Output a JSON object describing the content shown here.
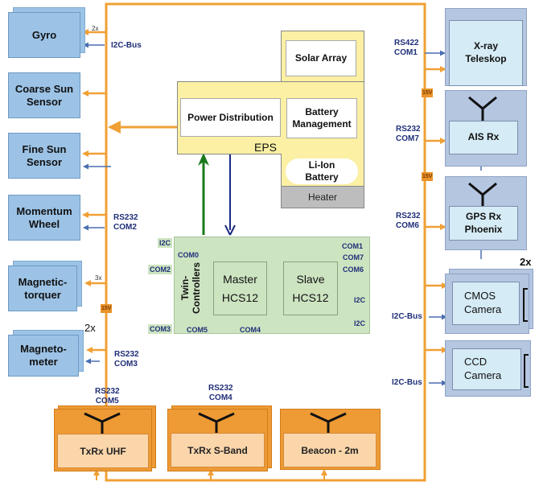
{
  "diagram": {
    "title": "Satellite subsystem block diagram",
    "colors": {
      "power_bus": "#f0a035",
      "data_line": "#4a6fb0",
      "adcs_block": "#9cc3e6",
      "eps_block": "#fbf0a3",
      "controller_block": "#cde4c1",
      "payload_block": "#b4c6e0",
      "comm_block": "#ee9a35",
      "label_text": "#1f2f78",
      "green_arrow": "#1a7a1a",
      "navy_arrow": "#1a2a80"
    },
    "adcs": [
      {
        "name": "Gyro",
        "multiplicity": "2x",
        "interface": "I2C-Bus"
      },
      {
        "name": "Coarse Sun Sensor"
      },
      {
        "name": "Fine Sun Sensor"
      },
      {
        "name": "Momentum Wheel",
        "interface_line1": "RS232",
        "interface_line2": "COM2"
      },
      {
        "name": "Magnetic-torquer",
        "multiplicity": "3x"
      },
      {
        "name": "Magneto-meter",
        "multiplicity": "2x",
        "interface_line1": "RS232",
        "interface_line2": "COM3"
      }
    ],
    "adcs_labels": {
      "gyro_name": "Gyro",
      "gyro_mult": "2x",
      "gyro_bus": "I2C-Bus",
      "css_line1": "Coarse Sun",
      "css_line2": "Sensor",
      "fss_line1": "Fine Sun",
      "fss_line2": "Sensor",
      "mw_line1": "Momentum",
      "mw_line2": "Wheel",
      "mw_if1": "RS232",
      "mw_if2": "COM2",
      "mt_line1": "Magnetic-",
      "mt_line2": "torquer",
      "mt_mult": "3x",
      "mag_line1": "Magneto-",
      "mag_line2": "meter",
      "mag_mult": "2x",
      "mag_if1": "RS232",
      "mag_if2": "COM3",
      "bus_voltage_left": "15V"
    },
    "eps": {
      "label": "EPS",
      "solar_array": "Solar Array",
      "power_distribution": "Power Distribution",
      "battery_management_1": "Battery",
      "battery_management_2": "Management",
      "battery_1": "Li-Ion",
      "battery_2": "Battery",
      "heater": "Heater"
    },
    "controller": {
      "title_1": "Twin-",
      "title_2": "Controllers",
      "master_1": "Master",
      "master_2": "HCS12",
      "slave_1": "Slave",
      "slave_2": "HCS12",
      "ports": {
        "i2c_left": "I2C",
        "com0": "COM0",
        "com2": "COM2",
        "com3": "COM3",
        "com5": "COM5",
        "com4": "COM4",
        "com1": "COM1",
        "com7": "COM7",
        "com6": "COM6",
        "i2c_right_1": "I2C",
        "i2c_right_2": "I2C"
      }
    },
    "payload": {
      "xray_1": "X-ray",
      "xray_2": "Teleskop",
      "xray_if1": "RS422",
      "xray_if2": "COM1",
      "ais": "AIS Rx",
      "ais_if1": "RS232",
      "ais_if2": "COM7",
      "gps_1": "GPS Rx",
      "gps_2": "Phoenix",
      "gps_if1": "RS232",
      "gps_if2": "COM6",
      "cmos_1": "CMOS",
      "cmos_2": "Camera",
      "cmos_mult": "2x",
      "cmos_if": "I2C-Bus",
      "ccd_1": "CCD",
      "ccd_2": "Camera",
      "ccd_if": "I2C-Bus",
      "bus_voltage_1": "15V",
      "bus_voltage_2": "15V"
    },
    "comms": {
      "uhf": "TxRx UHF",
      "uhf_if1": "RS232",
      "uhf_if2": "COM5",
      "sband": "TxRx S-Band",
      "sband_if1": "RS232",
      "sband_if2": "COM4",
      "beacon": "Beacon - 2m"
    }
  }
}
